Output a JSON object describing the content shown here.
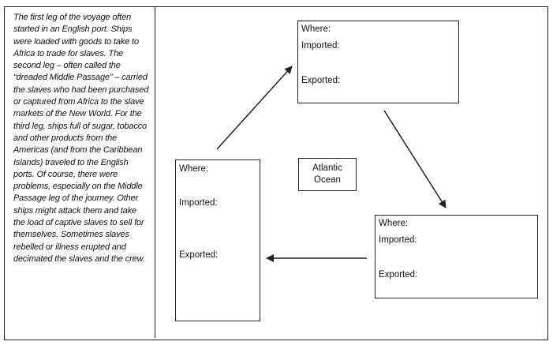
{
  "passage": "The first leg of the voyage often started in an English port. Ships were loaded with goods to take to Africa to trade for slaves. The second leg – often called the “dreaded Middle Passage” – carried the slaves who had been purchased or captured from Africa to the slave markets of the New World. For the third leg, ships full of sugar, tobacco and other products from the Americas (and from the Caribbean Islands) traveled to the English ports. Of course, there were problems, especially on the Middle Passage leg of the journey. Other ships might attack them and take the load of captive slaves to sell for themselves. Sometimes slaves rebelled or illness erupted and decimated the slaves and the crew.",
  "boxes": {
    "top": {
      "where": "Where:",
      "imported": "Imported:",
      "exported": "Exported:"
    },
    "left": {
      "where": "Where:",
      "imported": "Imported:",
      "exported": "Exported:"
    },
    "right": {
      "where": "Where:",
      "imported": "Imported:",
      "exported": "Exported:"
    }
  },
  "ocean": {
    "line1": "Atlantic",
    "line2": "Ocean"
  },
  "colors": {
    "stroke": "#222222",
    "text": "#111111"
  }
}
